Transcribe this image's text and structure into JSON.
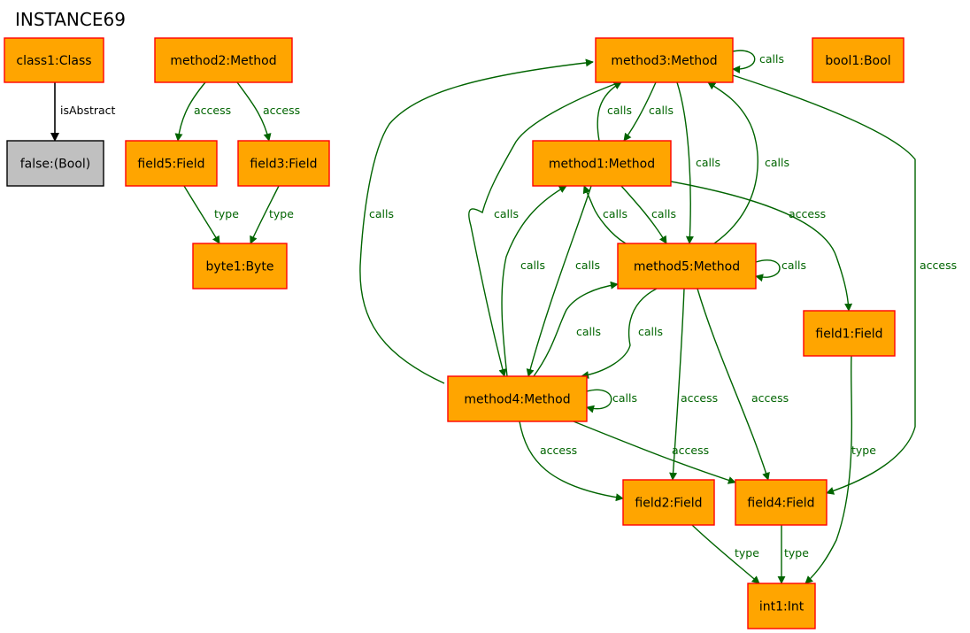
{
  "title": "INSTANCE69",
  "colors": {
    "node_fill": "#ffa500",
    "node_stroke": "#ff0000",
    "value_fill": "#c0c0c0",
    "value_stroke": "#000000",
    "edge": "#006400",
    "black_edge": "#000000"
  },
  "nodes": {
    "class1": "class1:Class",
    "false": "false:(Bool)",
    "method2": "method2:Method",
    "field5": "field5:Field",
    "field3": "field3:Field",
    "byte1": "byte1:Byte",
    "method3": "method3:Method",
    "bool1": "bool1:Bool",
    "method1": "method1:Method",
    "method5": "method5:Method",
    "field1": "field1:Field",
    "method4": "method4:Method",
    "field2": "field2:Field",
    "field4": "field4:Field",
    "int1": "int1:Int"
  },
  "edges": [
    {
      "from": "class1",
      "to": "false",
      "label": "isAbstract"
    },
    {
      "from": "method2",
      "to": "field5",
      "label": "access"
    },
    {
      "from": "method2",
      "to": "field3",
      "label": "access"
    },
    {
      "from": "field5",
      "to": "byte1",
      "label": "type"
    },
    {
      "from": "field3",
      "to": "byte1",
      "label": "type"
    },
    {
      "from": "method3",
      "to": "method3",
      "label": "calls"
    },
    {
      "from": "method1",
      "to": "method3",
      "label": "calls"
    },
    {
      "from": "method3",
      "to": "method1",
      "label": "calls"
    },
    {
      "from": "method3",
      "to": "method5",
      "label": "calls"
    },
    {
      "from": "method5",
      "to": "method3",
      "label": "calls"
    },
    {
      "from": "method4",
      "to": "method3",
      "label": "calls"
    },
    {
      "from": "method3",
      "to": "method4",
      "label": "calls"
    },
    {
      "from": "method3",
      "to": "field4",
      "label": "access"
    },
    {
      "from": "method1",
      "to": "method5",
      "label": "calls"
    },
    {
      "from": "method5",
      "to": "method1",
      "label": "calls"
    },
    {
      "from": "method1",
      "to": "field1",
      "label": "access"
    },
    {
      "from": "method4",
      "to": "method1",
      "label": "calls"
    },
    {
      "from": "method1",
      "to": "method4",
      "label": "calls"
    },
    {
      "from": "method5",
      "to": "method5",
      "label": "calls"
    },
    {
      "from": "method4",
      "to": "method5",
      "label": "calls"
    },
    {
      "from": "method5",
      "to": "method4",
      "label": "calls"
    },
    {
      "from": "method5",
      "to": "field2",
      "label": "access"
    },
    {
      "from": "method5",
      "to": "field4",
      "label": "access"
    },
    {
      "from": "method4",
      "to": "method4",
      "label": "calls"
    },
    {
      "from": "method4",
      "to": "field2",
      "label": "access"
    },
    {
      "from": "method4",
      "to": "field4",
      "label": "access"
    },
    {
      "from": "field1",
      "to": "int1",
      "label": "type"
    },
    {
      "from": "field2",
      "to": "int1",
      "label": "type"
    },
    {
      "from": "field4",
      "to": "int1",
      "label": "type"
    }
  ]
}
